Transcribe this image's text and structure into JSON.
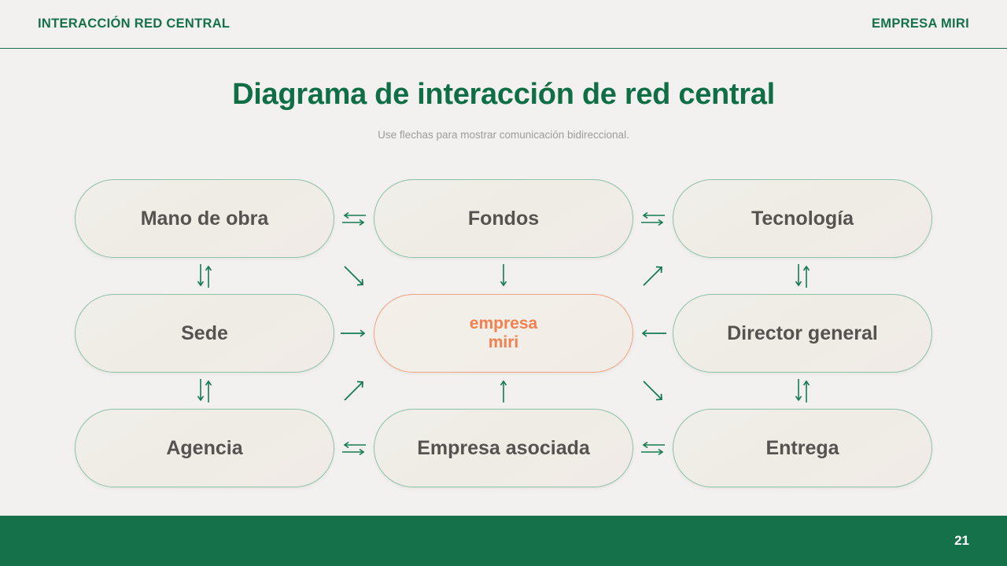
{
  "header": {
    "left_label": "INTERACCIÓN RED CENTRAL",
    "right_label": "EMPRESA MIRI"
  },
  "title": {
    "heading": "Diagrama de interacción de red central",
    "subheading": "Use flechas para mostrar comunicación bidireccional."
  },
  "colors": {
    "brand_green": "#15714a",
    "title_green": "#0f6e45",
    "accent_orange": "#f3804f",
    "node_border_green": "#8fc0aa",
    "node_fill": "#f0ece6",
    "page_background": "#f2f1ef",
    "node_text": "#555250",
    "subtitle_grey": "#9c9c9c"
  },
  "diagram": {
    "nodes": [
      {
        "id": "mano-de-obra",
        "label": "Mano de obra",
        "row": 1,
        "col": 1,
        "accent": false
      },
      {
        "id": "fondos",
        "label": "Fondos",
        "row": 1,
        "col": 2,
        "accent": false
      },
      {
        "id": "tecnologia",
        "label": "Tecnología",
        "row": 1,
        "col": 3,
        "accent": false
      },
      {
        "id": "sede",
        "label": "Sede",
        "row": 2,
        "col": 1,
        "accent": false
      },
      {
        "id": "empresa-miri",
        "label": "empresa\nmiri",
        "row": 2,
        "col": 2,
        "accent": true
      },
      {
        "id": "director-general",
        "label": "Director general",
        "row": 2,
        "col": 3,
        "accent": false
      },
      {
        "id": "agencia",
        "label": "Agencia",
        "row": 3,
        "col": 1,
        "accent": false
      },
      {
        "id": "empresa-asociada",
        "label": "Empresa asociada",
        "row": 3,
        "col": 2,
        "accent": false
      },
      {
        "id": "entrega",
        "label": "Entrega",
        "row": 3,
        "col": 3,
        "accent": false
      }
    ],
    "connectors": [
      {
        "id": "mano-de-obra-fondos",
        "type": "bidirectional-horizontal",
        "from": "Mano de obra",
        "to": "Fondos"
      },
      {
        "id": "fondos-tecnologia",
        "type": "bidirectional-horizontal",
        "from": "Fondos",
        "to": "Tecnología"
      },
      {
        "id": "mano-de-obra-sede",
        "type": "bidirectional-vertical",
        "from": "Mano de obra",
        "to": "Sede"
      },
      {
        "id": "fondos-empresa-miri",
        "type": "arrow-down",
        "from": "Fondos",
        "to": "empresa miri"
      },
      {
        "id": "tecnologia-director",
        "type": "bidirectional-vertical",
        "from": "Tecnología",
        "to": "Director general"
      },
      {
        "id": "fondos-sede-diagonal",
        "type": "arrow-diagonal-down-right",
        "from": "Mano de obra",
        "to": "empresa miri"
      },
      {
        "id": "miri-tecnologia-diagonal",
        "type": "arrow-diagonal-up-right",
        "from": "empresa miri",
        "to": "Tecnología"
      },
      {
        "id": "sede-empresa-miri",
        "type": "arrow-right",
        "from": "Sede",
        "to": "empresa miri"
      },
      {
        "id": "director-empresa-miri",
        "type": "arrow-left",
        "from": "Director general",
        "to": "empresa miri"
      },
      {
        "id": "sede-agencia",
        "type": "bidirectional-vertical",
        "from": "Sede",
        "to": "Agencia"
      },
      {
        "id": "agencia-miri-diagonal",
        "type": "arrow-diagonal-up-right",
        "from": "Agencia",
        "to": "empresa miri"
      },
      {
        "id": "empresa-asociada-miri",
        "type": "arrow-up",
        "from": "Empresa asociada",
        "to": "empresa miri"
      },
      {
        "id": "miri-entrega-diagonal",
        "type": "arrow-diagonal-down-right",
        "from": "empresa miri",
        "to": "Entrega"
      },
      {
        "id": "director-entrega",
        "type": "bidirectional-vertical",
        "from": "Director general",
        "to": "Entrega"
      },
      {
        "id": "agencia-empresa-asociada",
        "type": "bidirectional-horizontal",
        "from": "Agencia",
        "to": "Empresa asociada"
      },
      {
        "id": "empresa-asociada-entrega",
        "type": "bidirectional-horizontal",
        "from": "Empresa asociada",
        "to": "Entrega"
      }
    ]
  },
  "footer": {
    "page_number": "21"
  }
}
